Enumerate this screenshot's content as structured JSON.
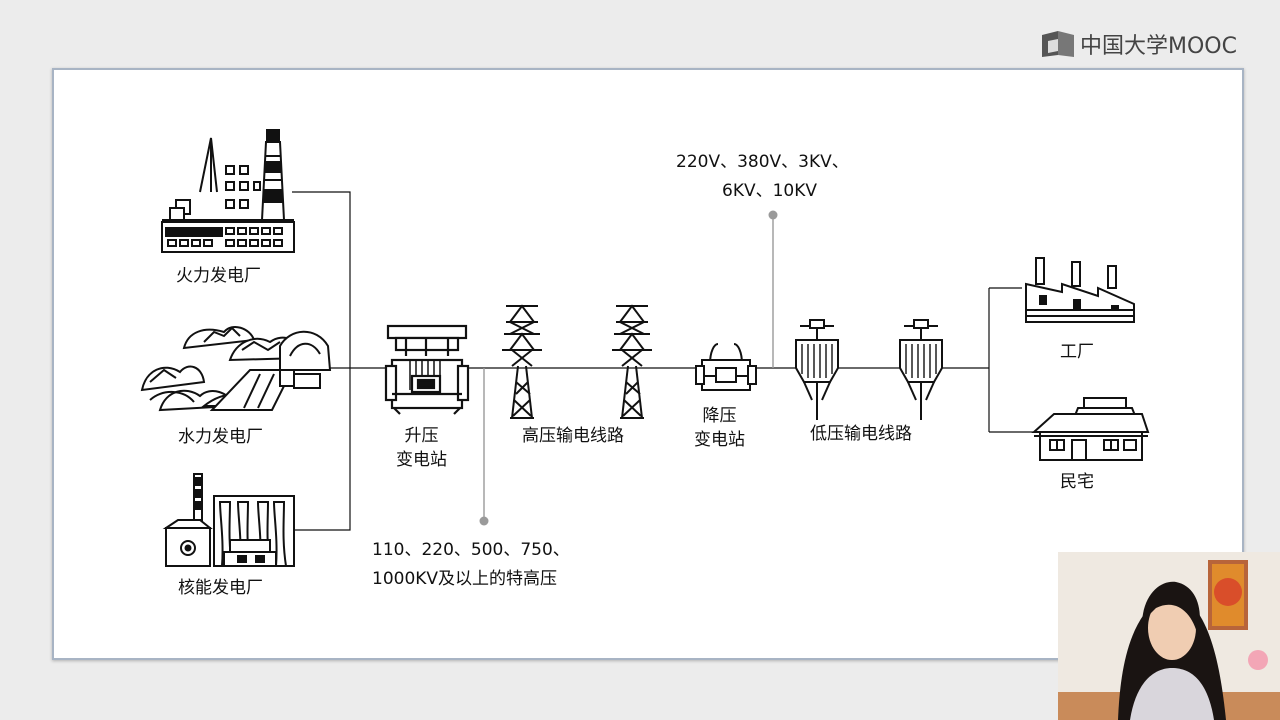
{
  "brand": {
    "logo_text": "中国大学MOOC"
  },
  "sources": {
    "thermal": "火力发电厂",
    "hydro": "水力发电厂",
    "nuclear": "核能发电厂"
  },
  "stations": {
    "step_up_line1": "升压",
    "step_up_line2": "变电站",
    "step_down_line1": "降压",
    "step_down_line2": "变电站"
  },
  "lines": {
    "high_voltage": "高压输电线路",
    "low_voltage": "低压输电线路"
  },
  "consumers": {
    "factory": "工厂",
    "residence": "民宅"
  },
  "notes": {
    "low_voltage_line1": "220V、380V、3KV、",
    "low_voltage_line2": "6KV、10KV",
    "high_voltage_line1": "110、220、500、750、",
    "high_voltage_line2": "1000KV及以上的特高压"
  }
}
